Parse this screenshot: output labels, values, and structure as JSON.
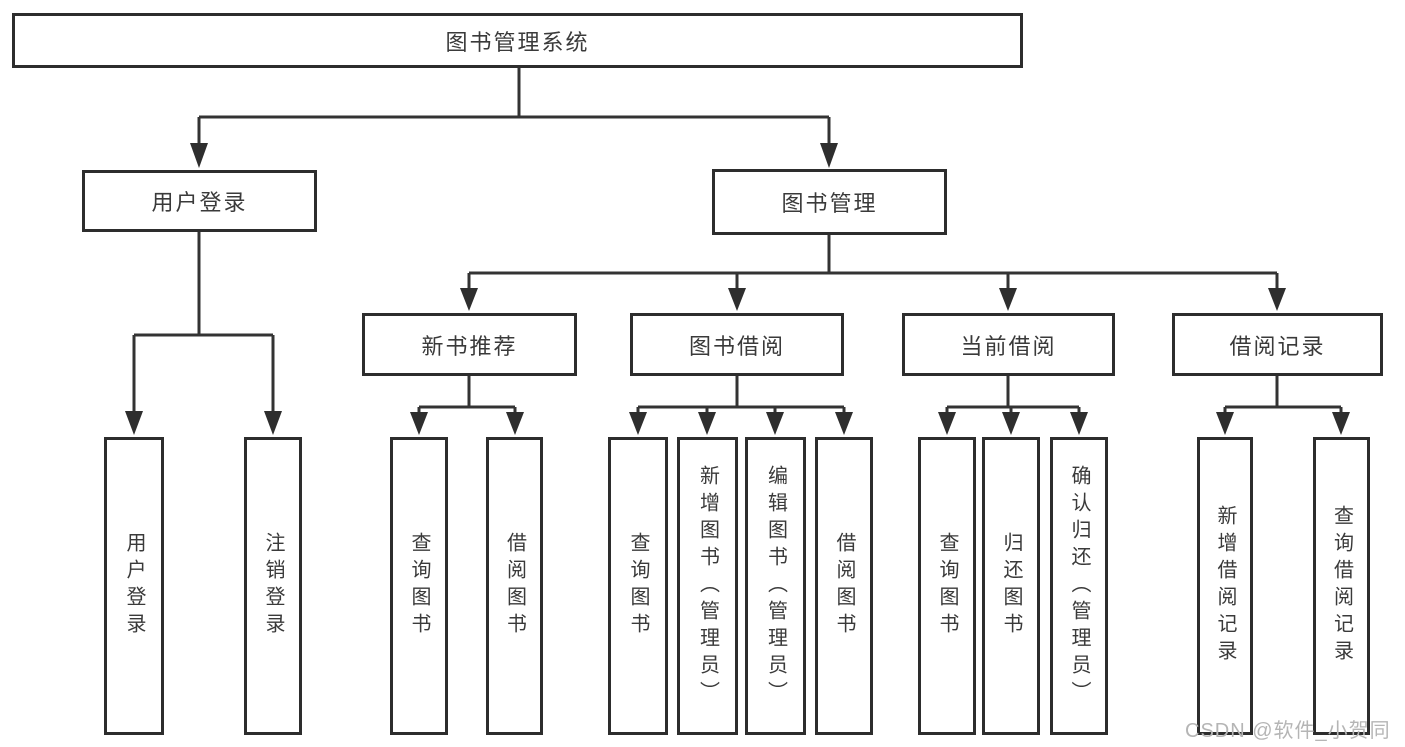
{
  "diagram": {
    "title": "图书管理系统",
    "tree": {
      "root": {
        "label": "图书管理系统"
      },
      "level2": [
        {
          "id": "user-login",
          "label": "用户登录"
        },
        {
          "id": "book-management",
          "label": "图书管理"
        }
      ],
      "level3": [
        {
          "id": "new-book-recommend",
          "parent": "图书管理",
          "label": "新书推荐"
        },
        {
          "id": "book-borrowing",
          "parent": "图书管理",
          "label": "图书借阅"
        },
        {
          "id": "current-borrowing",
          "parent": "图书管理",
          "label": "当前借阅"
        },
        {
          "id": "borrowing-records",
          "parent": "图书管理",
          "label": "借阅记录"
        }
      ],
      "leaves": [
        {
          "parent": "用户登录",
          "label": "用户登录"
        },
        {
          "parent": "用户登录",
          "label": "注销登录"
        },
        {
          "parent": "新书推荐",
          "label": "查询图书"
        },
        {
          "parent": "新书推荐",
          "label": "借阅图书"
        },
        {
          "parent": "图书借阅",
          "label": "查询图书"
        },
        {
          "parent": "图书借阅",
          "label": "新增图书（管理员）"
        },
        {
          "parent": "图书借阅",
          "label": "编辑图书（管理员）"
        },
        {
          "parent": "图书借阅",
          "label": "借阅图书"
        },
        {
          "parent": "当前借阅",
          "label": "查询图书"
        },
        {
          "parent": "当前借阅",
          "label": "归还图书"
        },
        {
          "parent": "当前借阅",
          "label": "确认归还（管理员）"
        },
        {
          "parent": "借阅记录",
          "label": "新增借阅记录"
        },
        {
          "parent": "借阅记录",
          "label": "查询借阅记录"
        }
      ]
    },
    "colors": {
      "line": "#333333",
      "box_border": "#2d2d2d",
      "box_fill": "#ffffff",
      "text": "#3a3a3a",
      "background": "#ffffff",
      "watermark": "#b5b5b5"
    }
  },
  "watermark": {
    "text": "CSDN @软件_小贺同学"
  }
}
